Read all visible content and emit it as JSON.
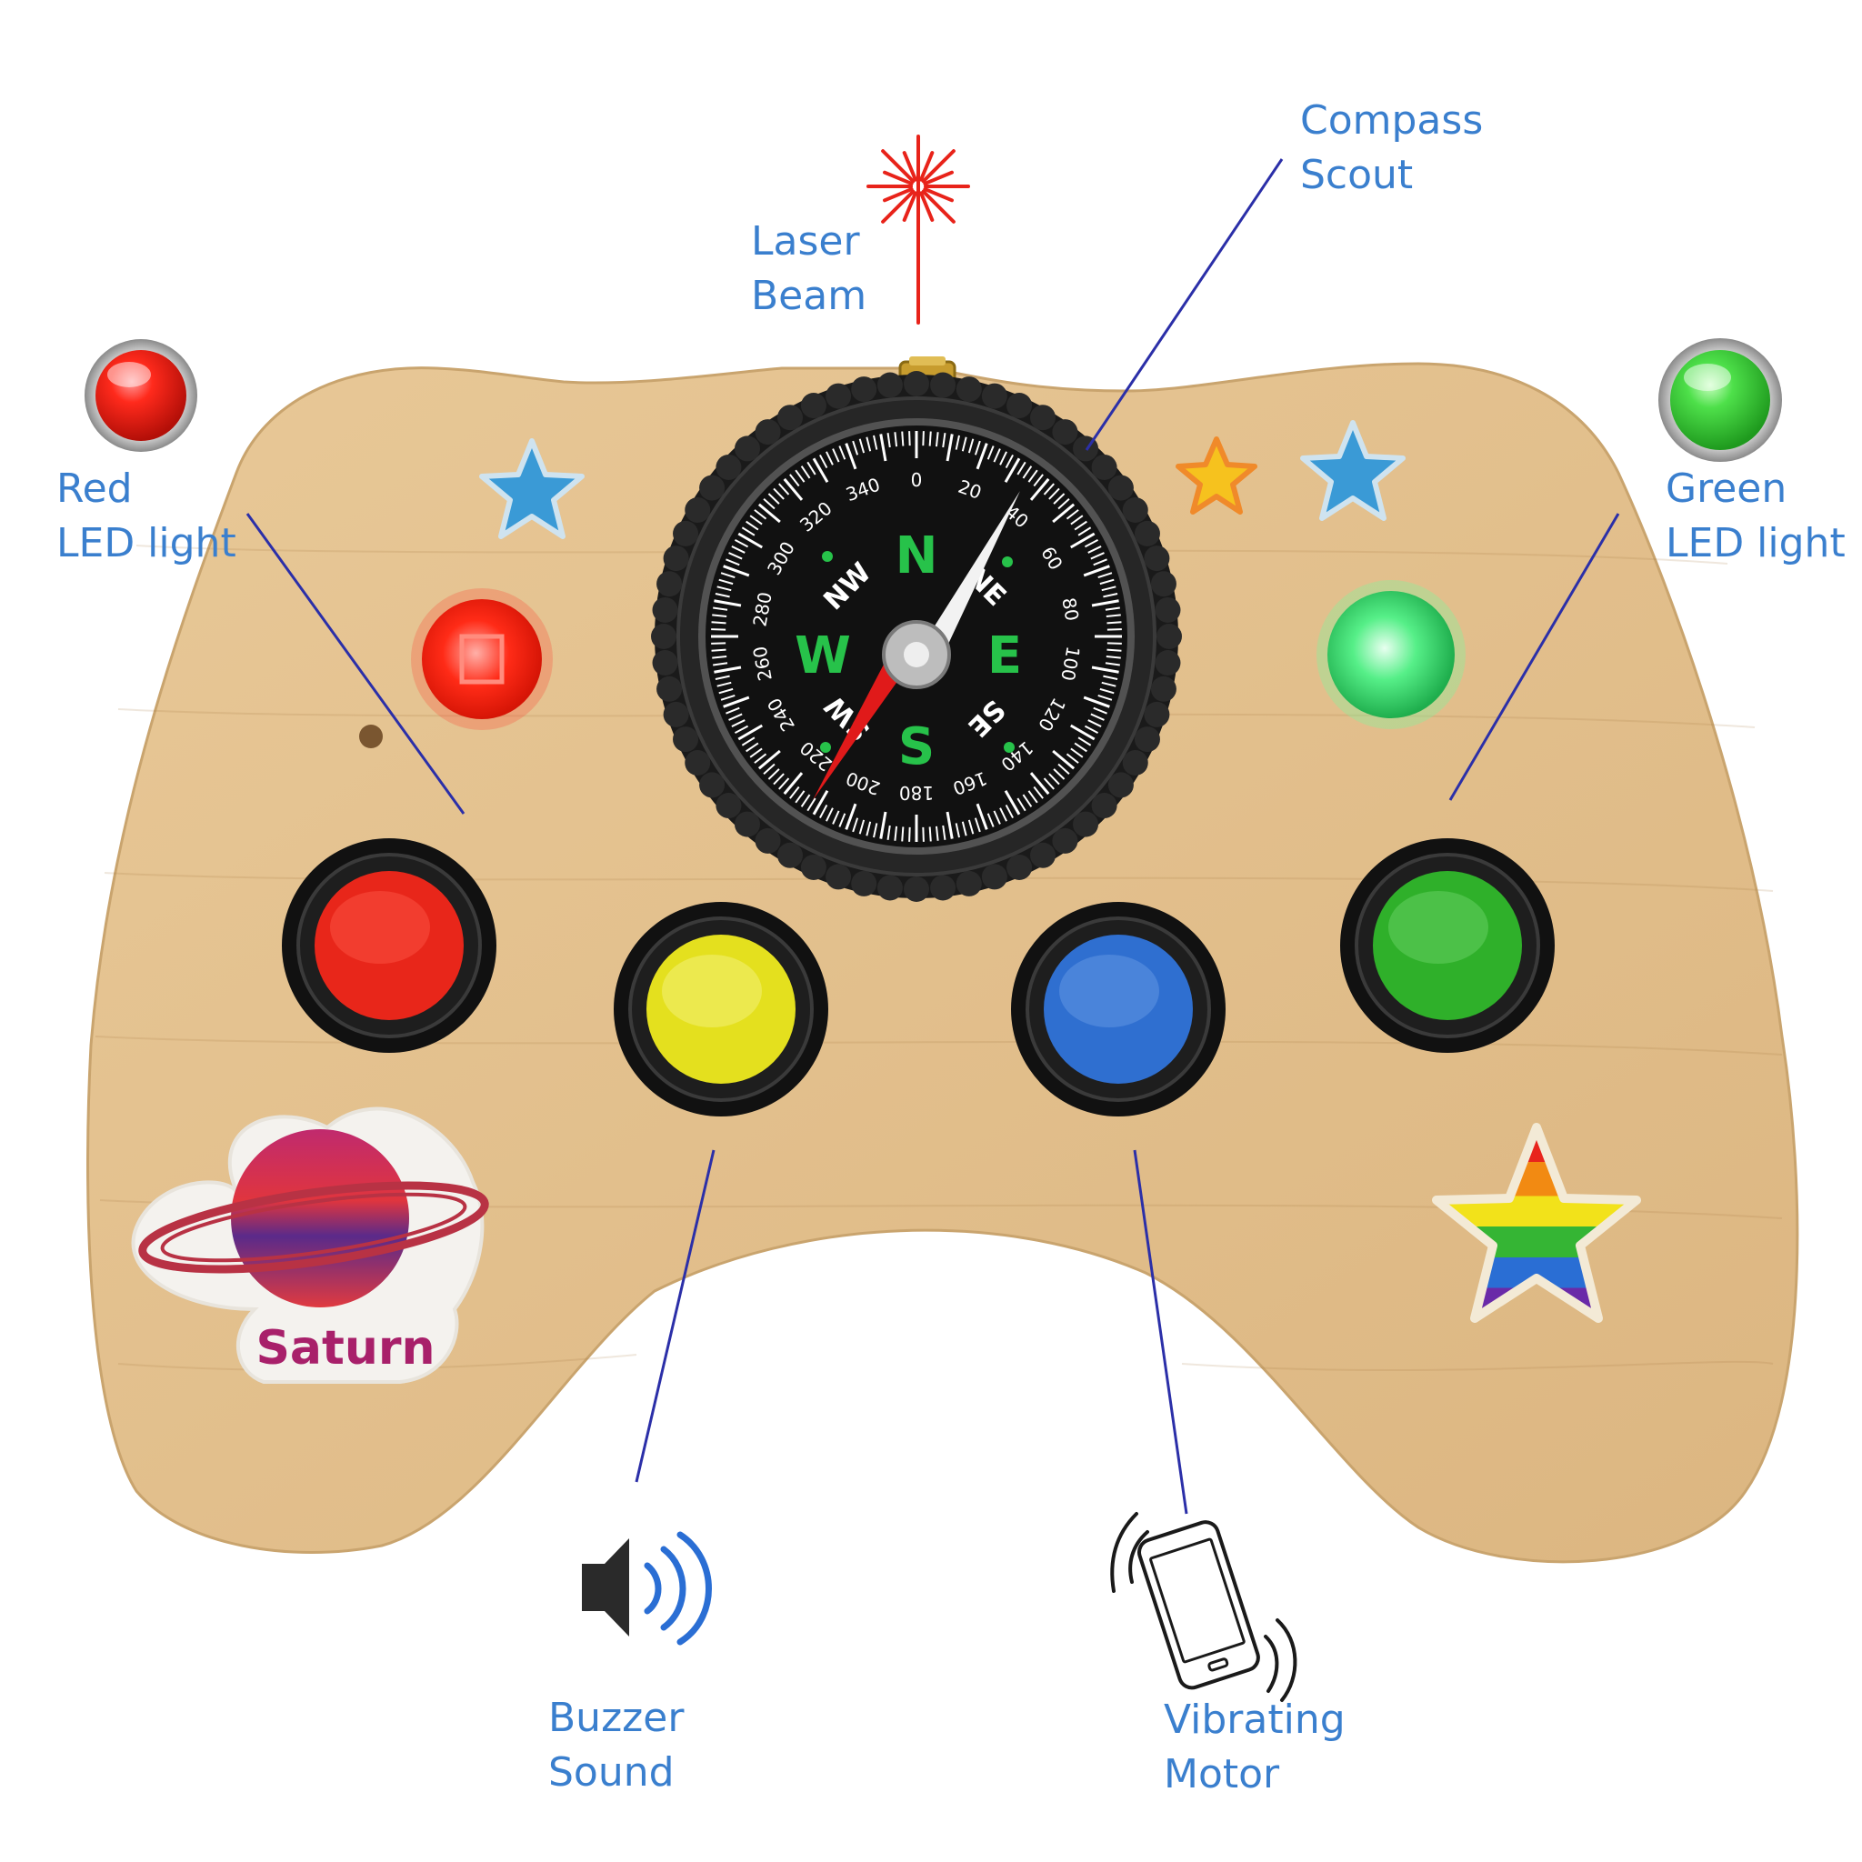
{
  "callouts": {
    "laser": {
      "line1": "Laser",
      "line2": "Beam"
    },
    "compass": {
      "line1": "Compass",
      "line2": "Scout"
    },
    "red_led": {
      "line1": "Red",
      "line2": "LED light"
    },
    "green_led": {
      "line1": "Green",
      "line2": "LED light"
    },
    "buzzer": {
      "line1": "Buzzer",
      "line2": "Sound"
    },
    "vibrating": {
      "line1": "Vibrating",
      "line2": "Motor"
    }
  },
  "sticker": {
    "label": "Saturn"
  },
  "compass_dial": {
    "cardinal": {
      "north": "N",
      "east": "E",
      "south": "S",
      "west": "W"
    },
    "intercardinal": {
      "ne": "NE",
      "se": "SE",
      "sw": "SW",
      "nw": "NW"
    },
    "degrees": [
      "0",
      "20",
      "40",
      "60",
      "80",
      "100",
      "120",
      "140",
      "160",
      "180",
      "200",
      "220",
      "240",
      "260",
      "280",
      "300",
      "320",
      "340"
    ]
  },
  "colors": {
    "label_text": "#3a7fce",
    "leader_line": "#2b2fa8",
    "board_wood": "#e2c18f",
    "red_button": "#e8261a",
    "yellow_button": "#e4e01e",
    "blue_button": "#2f6fd0",
    "green_button": "#2fb02a",
    "green_led": "#4de07a",
    "sticker_text": "#a8206a"
  },
  "icons": {
    "red_led_bulb": "red-led-bulb-icon",
    "green_led_bulb": "green-led-bulb-icon",
    "laser": "laser-beam-icon",
    "buzzer": "speaker-sound-icon",
    "vibrating": "vibrating-phone-icon"
  }
}
